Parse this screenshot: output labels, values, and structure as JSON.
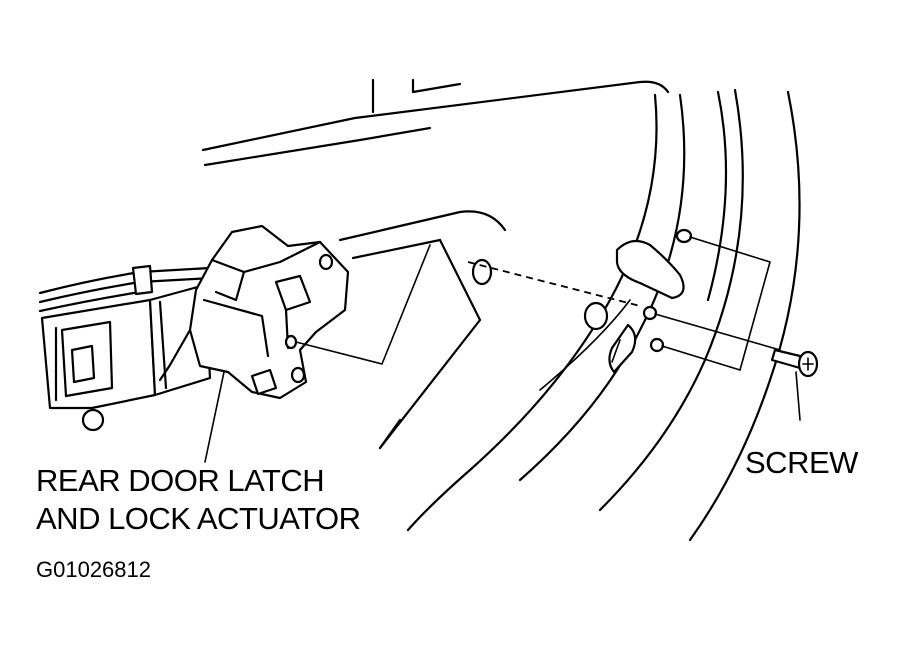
{
  "figure": {
    "labels": {
      "latch_line1": "REAR DOOR LATCH",
      "latch_line2": "AND LOCK ACTUATOR",
      "screw": "SCREW",
      "figure_id": "G01026812"
    },
    "colors": {
      "ink": "#000000",
      "background": "#ffffff"
    }
  }
}
